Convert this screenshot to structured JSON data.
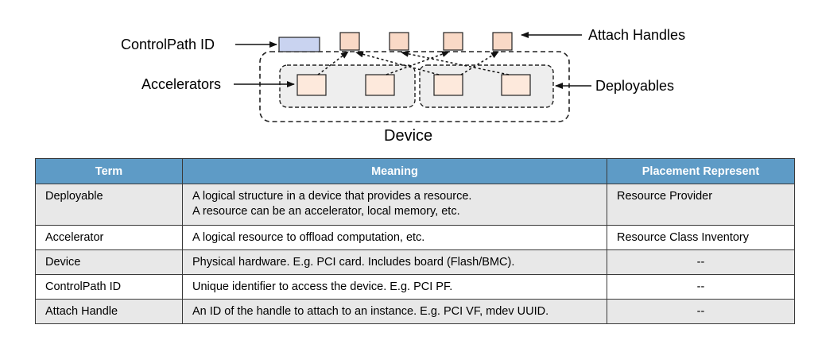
{
  "diagram": {
    "labels": {
      "controlpath_id": "ControlPath ID",
      "attach_handles": "Attach Handles",
      "accelerators": "Accelerators",
      "deployables": "Deployables",
      "device": "Device"
    },
    "colors": {
      "controlpath_fill": "#c9d3f0",
      "attach_fill": "#f9d9c6",
      "accelerator_fill": "#fde9dc",
      "deployable_fill": "#eeeeee",
      "outline": "#222222"
    }
  },
  "table": {
    "headers": [
      "Term",
      "Meaning",
      "Placement Represent"
    ],
    "rows": [
      {
        "term": "Deployable",
        "meaning": [
          "A logical structure in a device that provides a resource.",
          "A resource can be an accelerator, local memory, etc."
        ],
        "placement": "Resource Provider"
      },
      {
        "term": "Accelerator",
        "meaning": [
          "A logical resource to offload computation, etc."
        ],
        "placement": "Resource Class Inventory"
      },
      {
        "term": "Device",
        "meaning": [
          "Physical hardware. E.g. PCI card. Includes board (Flash/BMC)."
        ],
        "placement": "--"
      },
      {
        "term": "ControlPath ID",
        "meaning": [
          "Unique identifier to access the device. E.g. PCI PF."
        ],
        "placement": "--"
      },
      {
        "term": "Attach Handle",
        "meaning": [
          "An ID of the handle to attach to an instance. E.g. PCI VF, mdev UUID."
        ],
        "placement": "--"
      }
    ],
    "header_color": "#5e9bc6",
    "row_stripe_color": "#e8e8e8"
  }
}
